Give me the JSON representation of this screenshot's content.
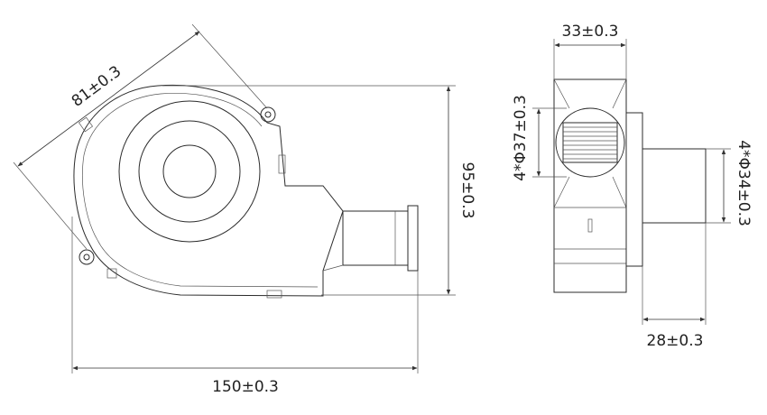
{
  "dimensions": {
    "diagonal": "81±0.3",
    "height": "95±0.3",
    "width": "150±0.3",
    "side_width": "33±0.3",
    "left_hole": "4*Φ37±0.3",
    "right_hole": "4*Φ34±0.3",
    "outlet_depth": "28±0.3"
  }
}
